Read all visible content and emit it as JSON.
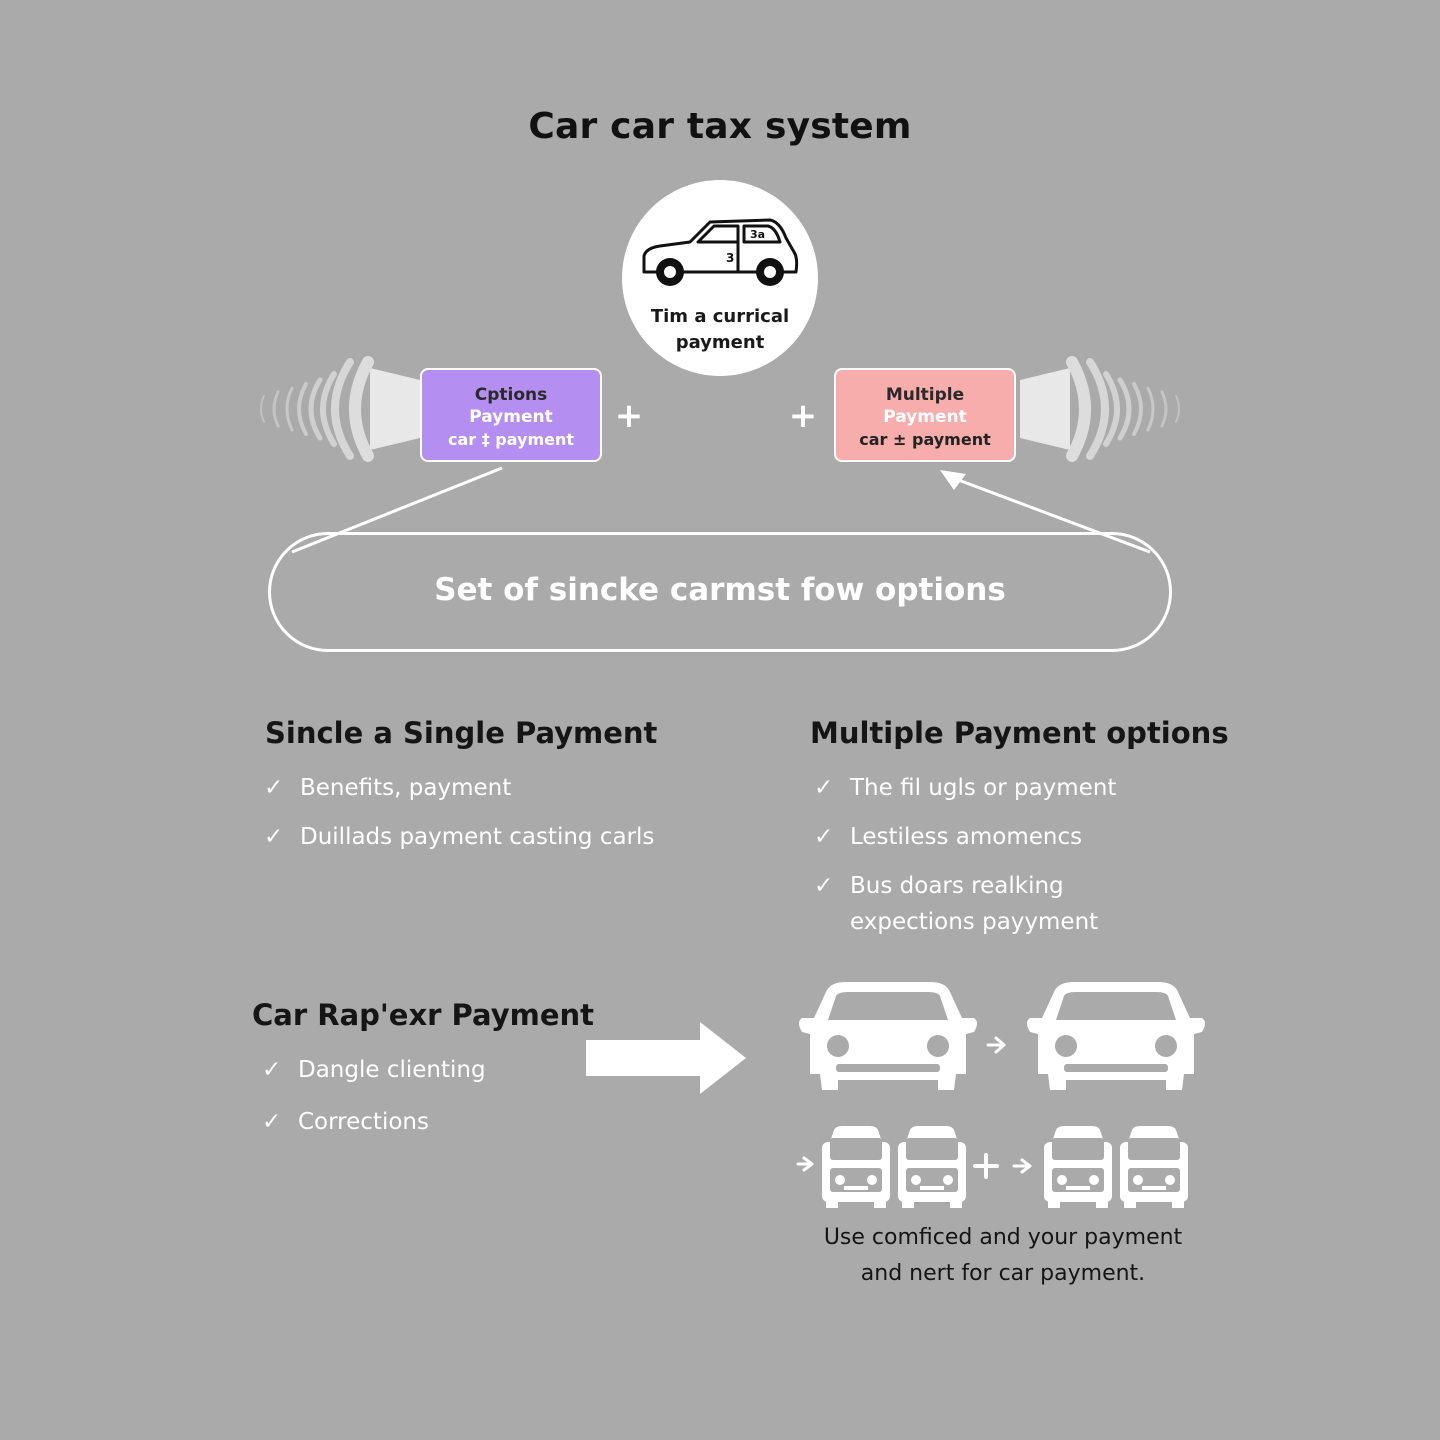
{
  "title": "Car car tax system",
  "center": {
    "icon": "car-icon",
    "label_line1": "Tim a currical",
    "label_line2": "payment"
  },
  "options_box": {
    "line1": "Cptions",
    "line2": "Payment",
    "line3": "car ‡ payment",
    "color": "#b48ef0"
  },
  "multiple_box": {
    "line1": "Multiple",
    "line2": "Payment",
    "line3": "car ± payment",
    "color": "#f7adab"
  },
  "plus_symbol": "+",
  "pill_label": "Set of sincke carmst fow options",
  "single_section": {
    "title": "Sincle a Single Payment",
    "items": [
      "Benefits, payment",
      "Duillads payment casting carls"
    ]
  },
  "multiple_section": {
    "title": "Multiple Payment options",
    "items": [
      "The fil ugls or payment",
      "Lestiless amomencs",
      "Bus doars realking expections payyment"
    ]
  },
  "rapexr_section": {
    "title": "Car Rap'exr Payment",
    "items": [
      "Dangle clienting",
      "Corrections"
    ]
  },
  "caption": {
    "line1": "Use comficed and your payment",
    "line2": "and nert for car payment."
  },
  "check_glyph": "✓",
  "colors": {
    "background": "#aaaaaa",
    "foreground": "#ffffff",
    "text_dark": "#151515"
  }
}
